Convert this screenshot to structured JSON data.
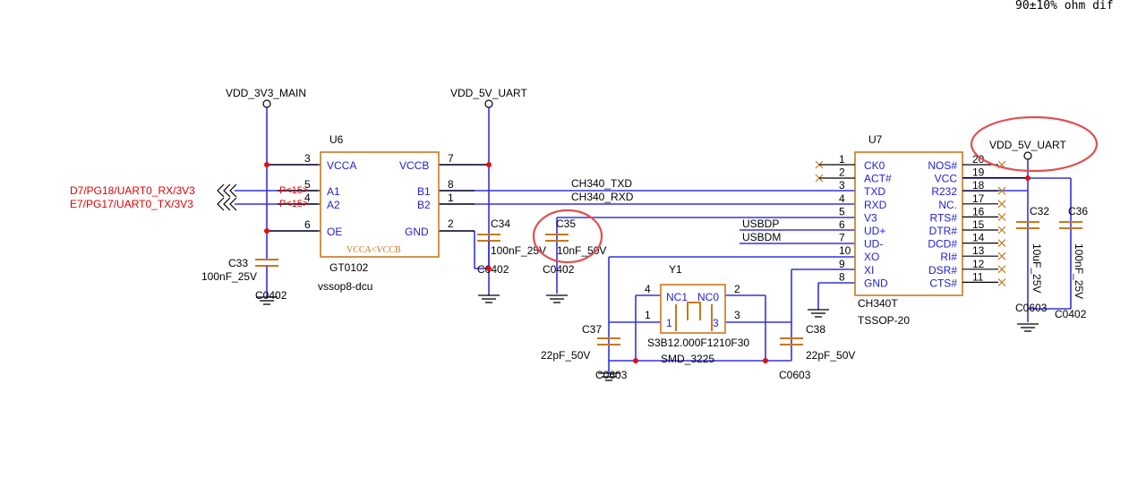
{
  "header_note": "90±10% ohm dif",
  "power": {
    "vdd_3v3_main": "VDD_3V3_MAIN",
    "vdd_5v_uart_left": "VDD_5V_UART",
    "vdd_5v_uart_right": "VDD_5V_UART"
  },
  "nets": {
    "txd": "CH340_TXD",
    "rxd": "CH340_RXD",
    "usbdp": "USBDP",
    "usbdm": "USBDM"
  },
  "ports": {
    "rx": "D7/PG18/UART0_RX/3V3",
    "tx": "E7/PG17/UART0_TX/3V3",
    "p15a": "P<15>",
    "p15b": "P<15>"
  },
  "u6": {
    "ref": "U6",
    "part": "GT0102",
    "footprint": "vssop8-dcu",
    "note": "VCCA<VCCB",
    "pins": {
      "vcca": "VCCA",
      "a1": "A1",
      "a2": "A2",
      "oe": "OE",
      "vccb": "VCCB",
      "b1": "B1",
      "b2": "B2",
      "gnd": "GND"
    },
    "nums": {
      "vcca": "3",
      "a1": "5",
      "a2": "4",
      "oe": "6",
      "vccb": "7",
      "b1": "8",
      "b2": "1",
      "gnd": "2"
    }
  },
  "u7": {
    "ref": "U7",
    "part": "CH340T",
    "footprint": "TSSOP-20",
    "left_pins": [
      {
        "num": "1",
        "name": "CK0"
      },
      {
        "num": "2",
        "name": "ACT#"
      },
      {
        "num": "3",
        "name": "TXD"
      },
      {
        "num": "4",
        "name": "RXD"
      },
      {
        "num": "5",
        "name": "V3"
      },
      {
        "num": "6",
        "name": "UD+"
      },
      {
        "num": "7",
        "name": "UD-"
      },
      {
        "num": "10",
        "name": "XO"
      },
      {
        "num": "9",
        "name": "XI"
      },
      {
        "num": "8",
        "name": "GND"
      }
    ],
    "right_pins": [
      {
        "num": "20",
        "name": "NOS#"
      },
      {
        "num": "19",
        "name": "VCC"
      },
      {
        "num": "18",
        "name": "R232"
      },
      {
        "num": "17",
        "name": "NC."
      },
      {
        "num": "16",
        "name": "RTS#"
      },
      {
        "num": "15",
        "name": "DTR#"
      },
      {
        "num": "14",
        "name": "DCD#"
      },
      {
        "num": "13",
        "name": "RI#"
      },
      {
        "num": "12",
        "name": "DSR#"
      },
      {
        "num": "11",
        "name": "CTS#"
      }
    ]
  },
  "y1": {
    "ref": "Y1",
    "part": "S3B12.000F1210F30",
    "footprint": "SMD_3225",
    "pin_labels": {
      "nc1": "NC1",
      "nc0": "NC0",
      "p1": "1",
      "p3": "3"
    },
    "nums": {
      "n4": "4",
      "n1": "1",
      "n2": "2",
      "n3": "3"
    }
  },
  "caps": {
    "c33": {
      "ref": "C33",
      "value": "100nF_25V",
      "pkg": "C0402"
    },
    "c34": {
      "ref": "C34",
      "value": "100nF_25V",
      "pkg": "C0402"
    },
    "c35": {
      "ref": "C35",
      "value": "10nF_50V",
      "pkg": "C0402"
    },
    "c37": {
      "ref": "C37",
      "value": "22pF_50V",
      "pkg": "C0603"
    },
    "c38": {
      "ref": "C38",
      "value": "22pF_50V",
      "pkg": "C0603"
    },
    "c32": {
      "ref": "C32",
      "value": "10uF_25V",
      "pkg": "C0603"
    },
    "c36": {
      "ref": "C36",
      "value": "100nF_25V",
      "pkg": "C0402"
    }
  },
  "colors": {
    "wire": "#3333dd",
    "component": "#c8781e",
    "pin_text": "#1f1fd0",
    "junction": "#e01010",
    "highlight_ring": "#e05050",
    "port_text": "#e00000"
  }
}
